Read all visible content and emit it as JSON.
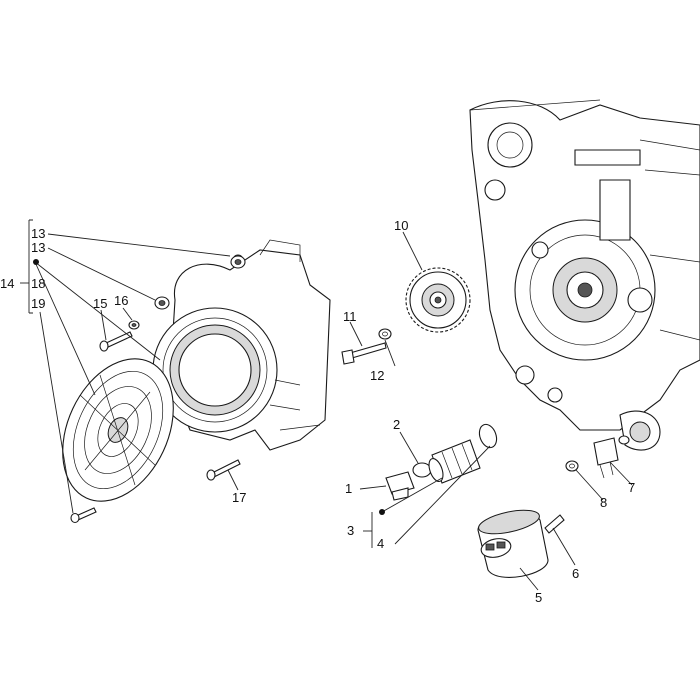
{
  "callouts": {
    "c1": "1",
    "c2": "2",
    "c3": "3",
    "c4": "4",
    "c5": "5",
    "c6": "6",
    "c7": "7",
    "c8": "8",
    "c9": "10",
    "c10": "11",
    "c11": "12",
    "c12": "13",
    "c13": "13",
    "c14": "14",
    "c15": "18",
    "c16": "19",
    "c17": "15",
    "c18": "16",
    "c19": "17"
  }
}
